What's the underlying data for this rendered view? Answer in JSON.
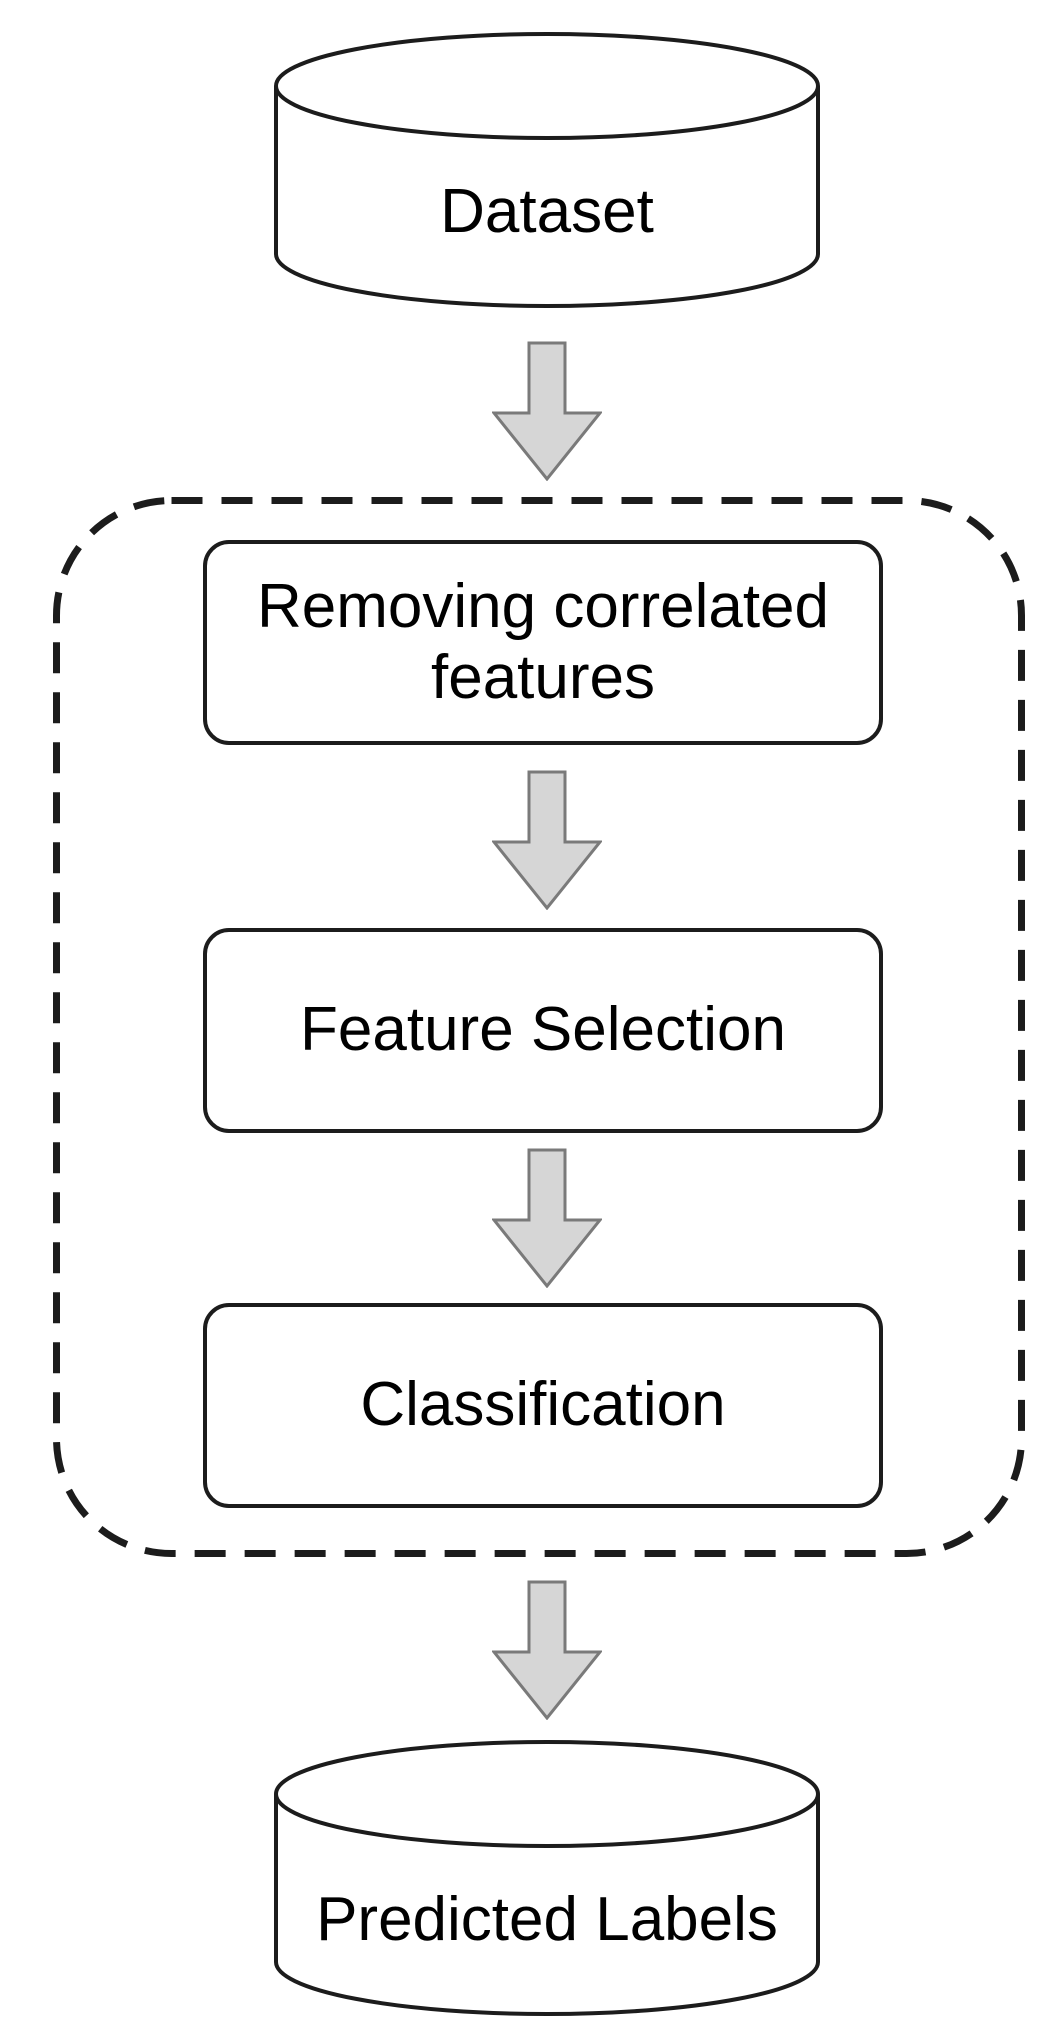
{
  "colors": {
    "background": "#ffffff",
    "line": "#1c1c1c",
    "arrow_fill": "#d6d6d6",
    "arrow_stroke": "#7a7a7a",
    "text": "#000000"
  },
  "nodes": {
    "dataset": {
      "label": "Dataset",
      "shape": "cylinder"
    },
    "removing_correlated_features": {
      "label": "Removing correlated features",
      "shape": "rounded-box"
    },
    "feature_selection": {
      "label": "Feature Selection",
      "shape": "rounded-box"
    },
    "classification": {
      "label": "Classification",
      "shape": "rounded-box"
    },
    "predicted_labels": {
      "label": "Predicted Labels",
      "shape": "cylinder"
    }
  },
  "boundary": {
    "style": "dashed-rounded-rectangle",
    "contains": [
      "removing_correlated_features",
      "feature_selection",
      "classification"
    ]
  },
  "edges": [
    {
      "from": "dataset",
      "to": "removing_correlated_features"
    },
    {
      "from": "removing_correlated_features",
      "to": "feature_selection"
    },
    {
      "from": "feature_selection",
      "to": "classification"
    },
    {
      "from": "classification",
      "to": "predicted_labels"
    }
  ]
}
